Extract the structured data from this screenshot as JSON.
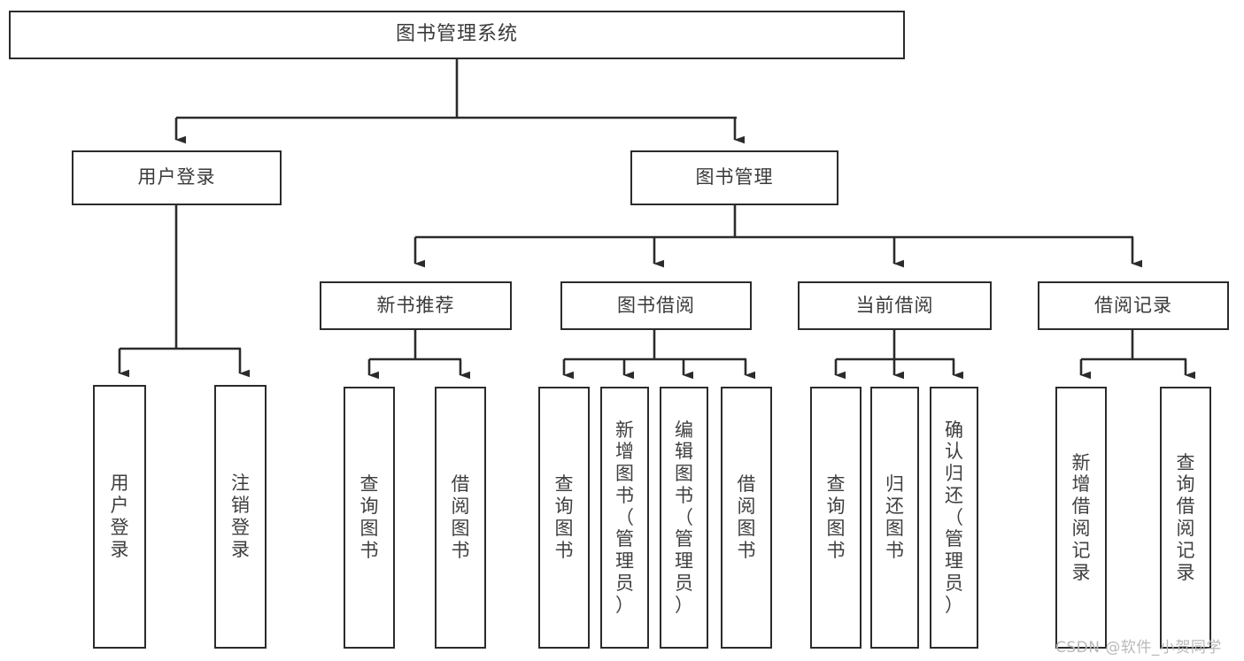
{
  "diagram": {
    "title": "图书管理系统",
    "type": "tree-hierarchy-chart",
    "colors": {
      "stroke": "#2b2b2b",
      "fill": "#ffffff",
      "text": "#3a3a3a",
      "watermark": "#b9b9b9"
    },
    "root": {
      "label": "图书管理系统"
    },
    "level2": [
      {
        "label": "用户登录"
      },
      {
        "label": "图书管理"
      }
    ],
    "level3": [
      {
        "label": "新书推荐"
      },
      {
        "label": "图书借阅"
      },
      {
        "label": "当前借阅"
      },
      {
        "label": "借阅记录"
      }
    ],
    "leaves": {
      "user_login": [
        {
          "label": "用户登录",
          "vertical": "用\n户\n登\n录"
        },
        {
          "label": "注销登录",
          "vertical": "注\n销\n登\n录"
        }
      ],
      "new_book_recommend": [
        {
          "label": "查询图书",
          "vertical": "查\n询\n图\n书"
        },
        {
          "label": "借阅图书",
          "vertical": "借\n阅\n图\n书"
        }
      ],
      "book_borrow": [
        {
          "label": "查询图书",
          "vertical": "查\n询\n图\n书"
        },
        {
          "label": "新增图书（管理员）",
          "vertical": "新\n增\n图\n书\n（\n管\n理\n员\n）"
        },
        {
          "label": "编辑图书（管理员）",
          "vertical": "编\n辑\n图\n书\n（\n管\n理\n员\n）"
        },
        {
          "label": "借阅图书",
          "vertical": "借\n阅\n图\n书"
        }
      ],
      "current_borrow": [
        {
          "label": "查询图书",
          "vertical": "查\n询\n图\n书"
        },
        {
          "label": "归还图书",
          "vertical": "归\n还\n图\n书"
        },
        {
          "label": "确认归还（管理员）",
          "vertical": "确\n认\n归\n还\n（\n管\n理\n员\n）"
        }
      ],
      "borrow_records": [
        {
          "label": "新增借阅记录",
          "vertical": "新\n增\n借\n阅\n记\n录"
        },
        {
          "label": "查询借阅记录",
          "vertical": "查\n询\n借\n阅\n记\n录"
        }
      ]
    },
    "watermark": "CSDN @软件_小贺同学"
  }
}
